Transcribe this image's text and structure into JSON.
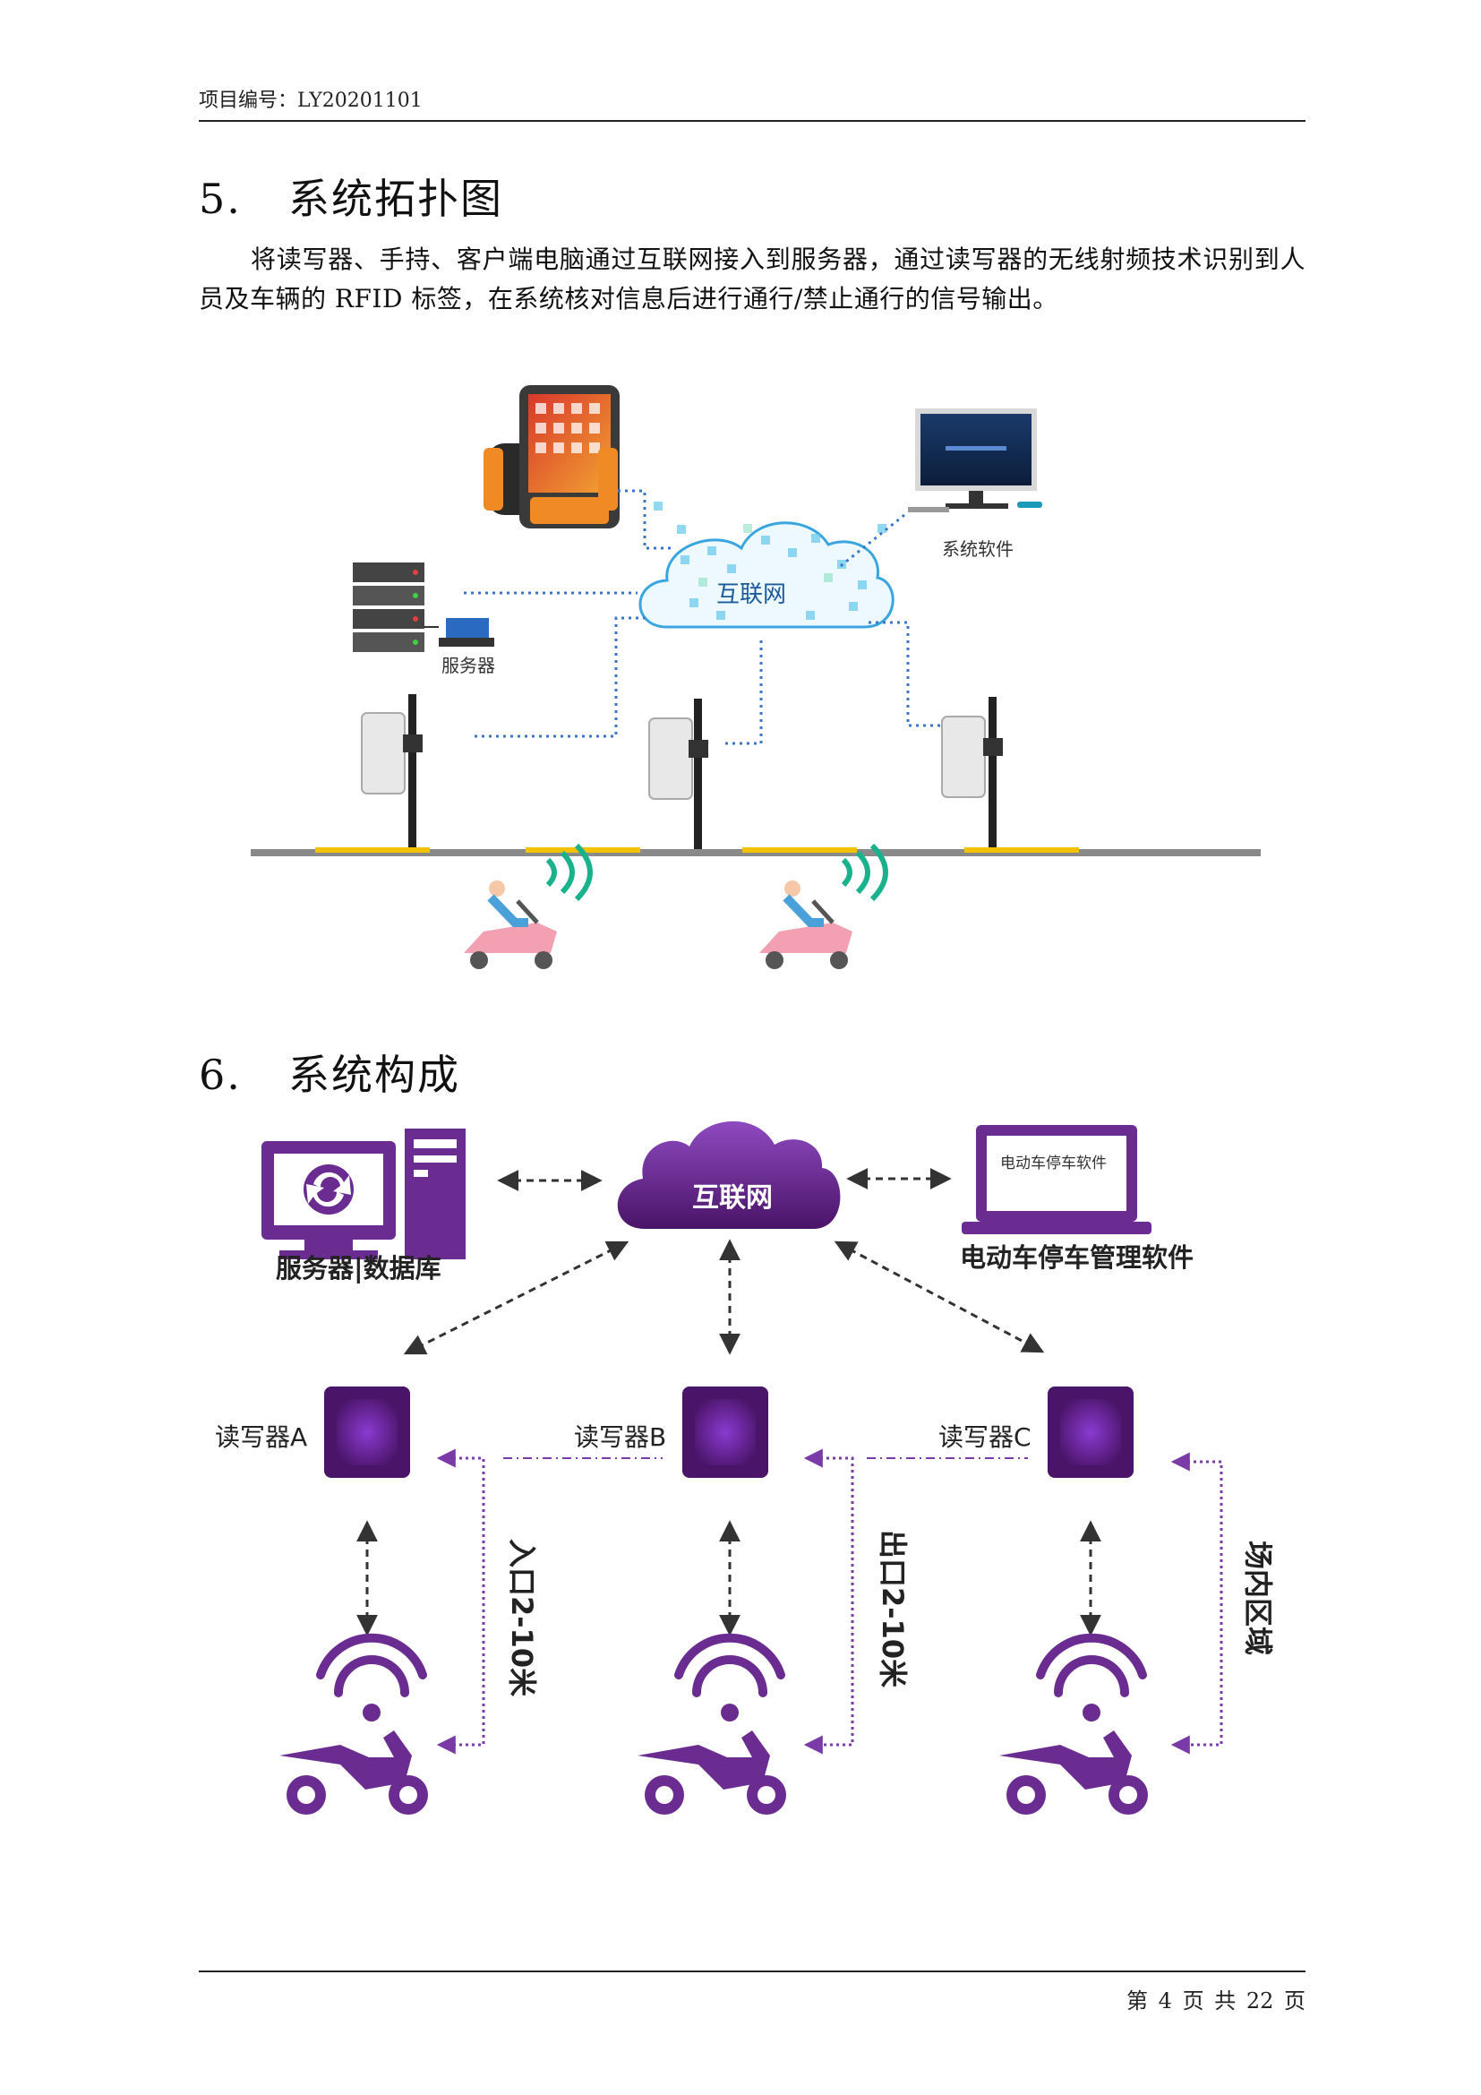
{
  "header": {
    "project_no": "项目编号：LY20201101"
  },
  "section5": {
    "number": "5.",
    "title": "系统拓扑图",
    "paragraph": "将读写器、手持、客户端电脑通过互联网接入到服务器，通过读写器的无线射频技术识别到人员及车辆的 RFID 标签，在系统核对信息后进行通行/禁止通行的信号输出。",
    "diagram": {
      "cloud_label": "互联网",
      "software_label": "系统软件",
      "server_label": "服务器"
    }
  },
  "section6": {
    "number": "6.",
    "title": "系统构成",
    "diagram": {
      "cloud_label": "互联网",
      "server_label": "服务器|数据库",
      "laptop_screen_text": "电动车停车软件",
      "software_label": "电动车停车管理软件",
      "readers": [
        "读写器A",
        "读写器B",
        "读写器C"
      ],
      "zones": [
        "入口2-10米",
        "出口2-10米",
        "场内区域"
      ]
    }
  },
  "footer": {
    "page_text": "第 4 页 共 22 页"
  },
  "colors": {
    "purple": "#6a2c91",
    "dark_purple": "#4a1468",
    "road": "#8a8a8a",
    "yellow": "#f2c200",
    "wifi_green": "#1ab28c",
    "dotted_blue": "#3a77c8"
  }
}
